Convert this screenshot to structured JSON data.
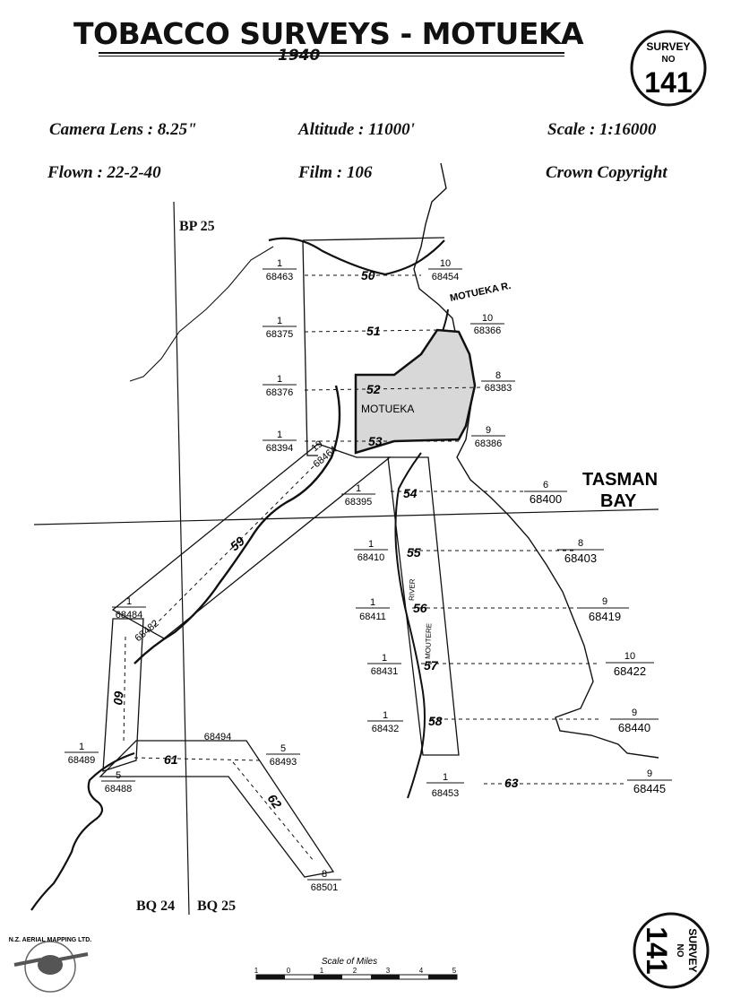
{
  "header": {
    "title": "TOBACCO SURVEYS - MOTUEKA",
    "year": "1940"
  },
  "badge": {
    "line1": "SURVEY",
    "line2": "NO",
    "number": "141"
  },
  "meta": {
    "camera_lens": "Camera Lens : 8.25\"",
    "altitude": "Altitude : 11000'",
    "scale": "Scale : 1:16000",
    "flown": "Flown : 22-2-40",
    "film": "Film : 106",
    "copyright": "Crown Copyright"
  },
  "grid_labels": {
    "bp25": "BP 25",
    "bq24": "BQ 24",
    "bq25": "BQ 25"
  },
  "places": {
    "town": "MOTUEKA",
    "river": "MOTUEKA R.",
    "bay1": "TASMAN",
    "bay2": "BAY",
    "river2_a": "RIVER",
    "river2_b": "MOUTERE"
  },
  "flight_lines": [
    {
      "run": "50",
      "left": {
        "n": "1",
        "photo": "68463"
      },
      "right": {
        "n": "10",
        "photo": "68454"
      }
    },
    {
      "run": "51",
      "left": {
        "n": "1",
        "photo": "68375"
      },
      "right": {
        "n": "10",
        "photo": "68366"
      }
    },
    {
      "run": "52",
      "left": {
        "n": "1",
        "photo": "68376"
      },
      "right": {
        "n": "8",
        "photo": "68383"
      }
    },
    {
      "run": "53",
      "left": {
        "n": "1",
        "photo": "68394"
      },
      "right": {
        "n": "9",
        "photo": "68386"
      }
    },
    {
      "run": "54",
      "left": {
        "n": "1",
        "photo": "68395"
      },
      "right": {
        "n": "6",
        "photo": "68400"
      }
    },
    {
      "run": "55",
      "left": {
        "n": "1",
        "photo": "68410"
      },
      "right": {
        "n": "8",
        "photo": "68403"
      }
    },
    {
      "run": "56",
      "left": {
        "n": "1",
        "photo": "68411"
      },
      "right": {
        "n": "9",
        "photo": "68419"
      }
    },
    {
      "run": "57",
      "left": {
        "n": "1",
        "photo": "68431"
      },
      "right": {
        "n": "10",
        "photo": "68422"
      }
    },
    {
      "run": "58",
      "left": {
        "n": "1",
        "photo": "68432"
      },
      "right": {
        "n": "9",
        "photo": "68440"
      }
    },
    {
      "run": "63",
      "left": {
        "n": "1",
        "photo": "68453"
      },
      "right": {
        "n": "9",
        "photo": "68445"
      }
    }
  ],
  "diagonal_runs": [
    {
      "run": "59",
      "top": {
        "n": "19",
        "photo": "68464"
      },
      "bottom": {
        "n": "1",
        "photo": "68484"
      },
      "mid_photo": "68482"
    },
    {
      "run": "60",
      "top": {
        "n": "1",
        "photo": "68484"
      },
      "bottom": {
        "n": "1",
        "photo": "68489"
      }
    },
    {
      "run": "61",
      "left": {
        "n": "5",
        "photo": "68488"
      },
      "right": {
        "n": "5",
        "photo": "68493"
      },
      "top_photo": "68494"
    },
    {
      "run": "62",
      "bottom": {
        "n": "8",
        "photo": "68501"
      }
    }
  ],
  "scale_bar": {
    "title": "Scale of Miles",
    "ticks": [
      "1",
      "0",
      "1",
      "2",
      "3",
      "4",
      "5"
    ]
  },
  "logo": {
    "text": "N.Z. AERIAL MAPPING LTD."
  }
}
